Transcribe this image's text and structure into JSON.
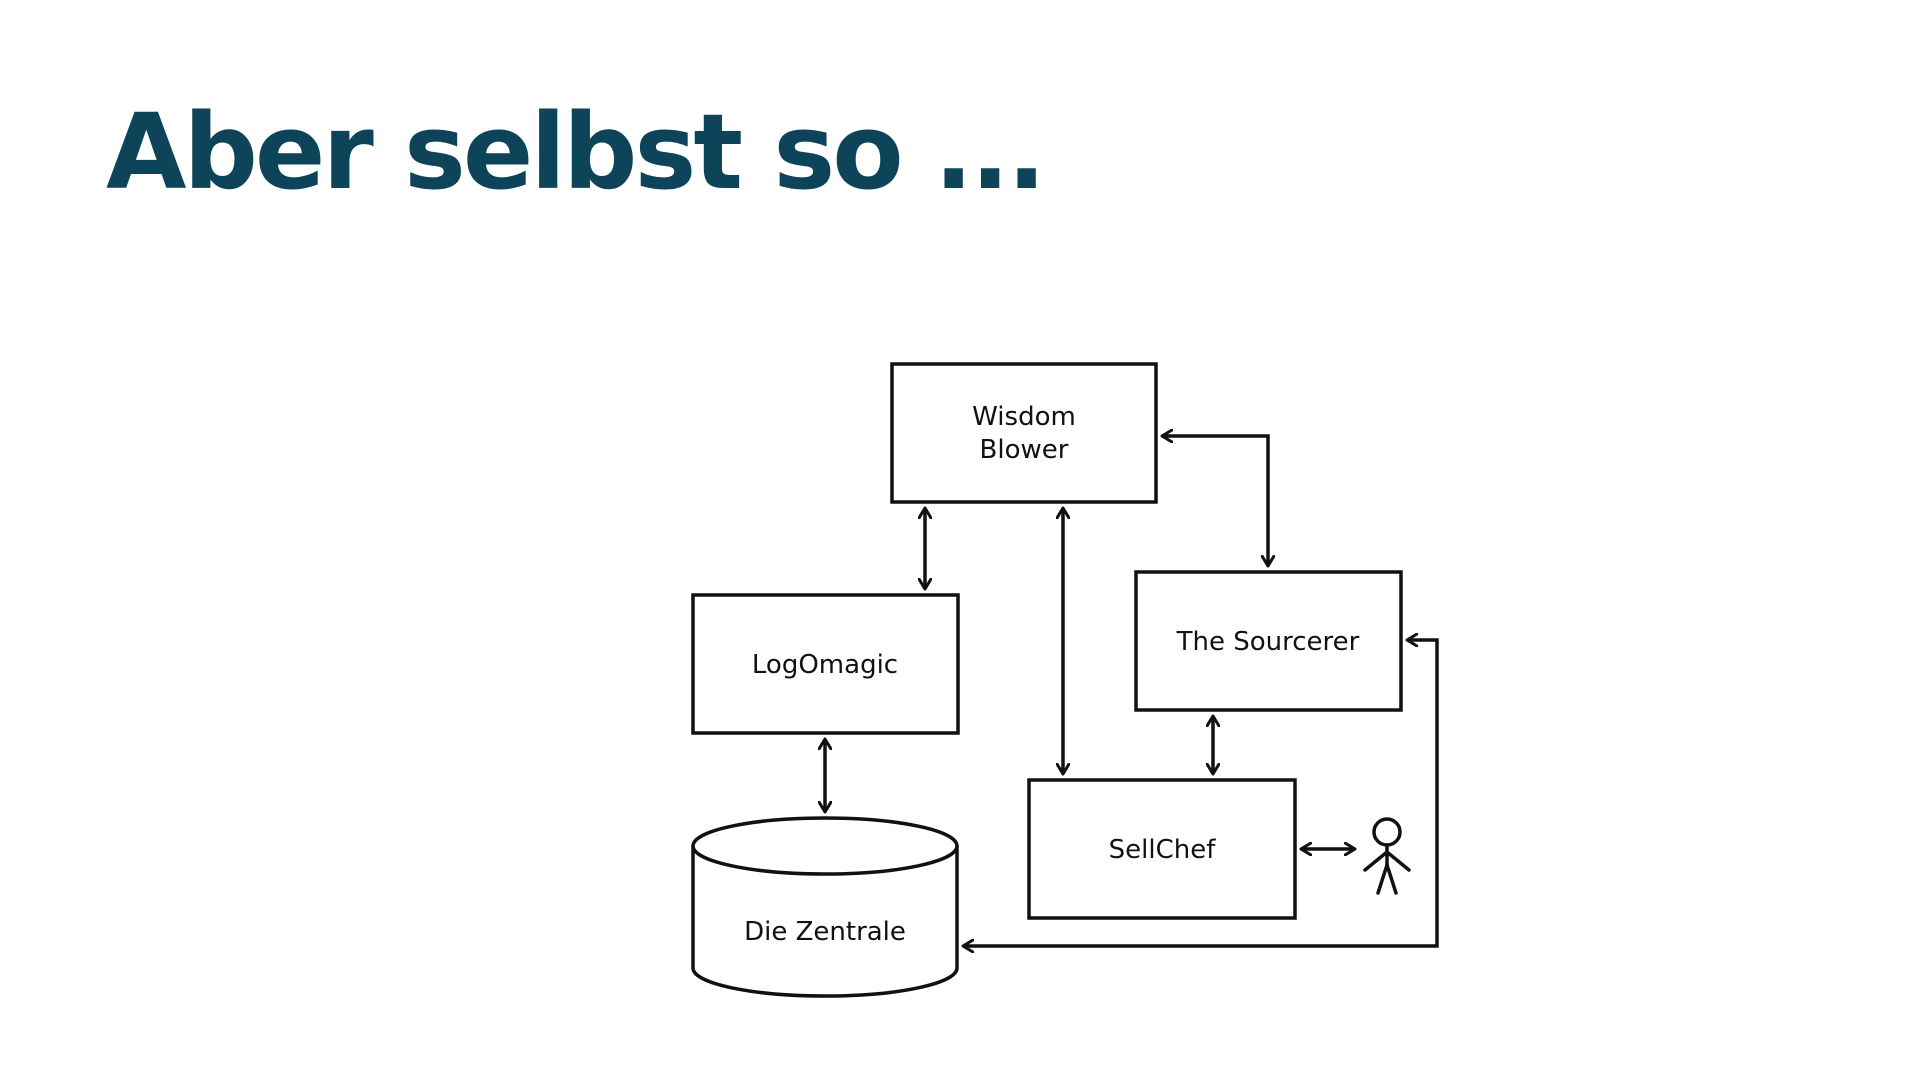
{
  "slide": {
    "title": "Aber selbst so ...",
    "title_color": "#0e4459"
  },
  "diagram": {
    "nodes": {
      "wisdom_blower": [
        "Wisdom",
        "Blower"
      ],
      "logomagic": "LogOmagic",
      "the_sourcerer": "The Sourcerer",
      "sellchef": "SellChef",
      "die_zentrale": "Die Zentrale"
    },
    "edges": [
      {
        "from": "Wisdom Blower",
        "to": "LogOmagic",
        "direction": "bidirectional"
      },
      {
        "from": "Wisdom Blower",
        "to": "SellChef",
        "direction": "bidirectional"
      },
      {
        "from": "Wisdom Blower",
        "to": "The Sourcerer",
        "direction": "bidirectional"
      },
      {
        "from": "The Sourcerer",
        "to": "SellChef",
        "direction": "bidirectional"
      },
      {
        "from": "LogOmagic",
        "to": "Die Zentrale",
        "direction": "bidirectional"
      },
      {
        "from": "SellChef",
        "to": "user",
        "direction": "bidirectional"
      },
      {
        "from": "The Sourcerer",
        "to": "Die Zentrale",
        "direction": "bidirectional"
      }
    ],
    "stroke_color": "#111111"
  }
}
